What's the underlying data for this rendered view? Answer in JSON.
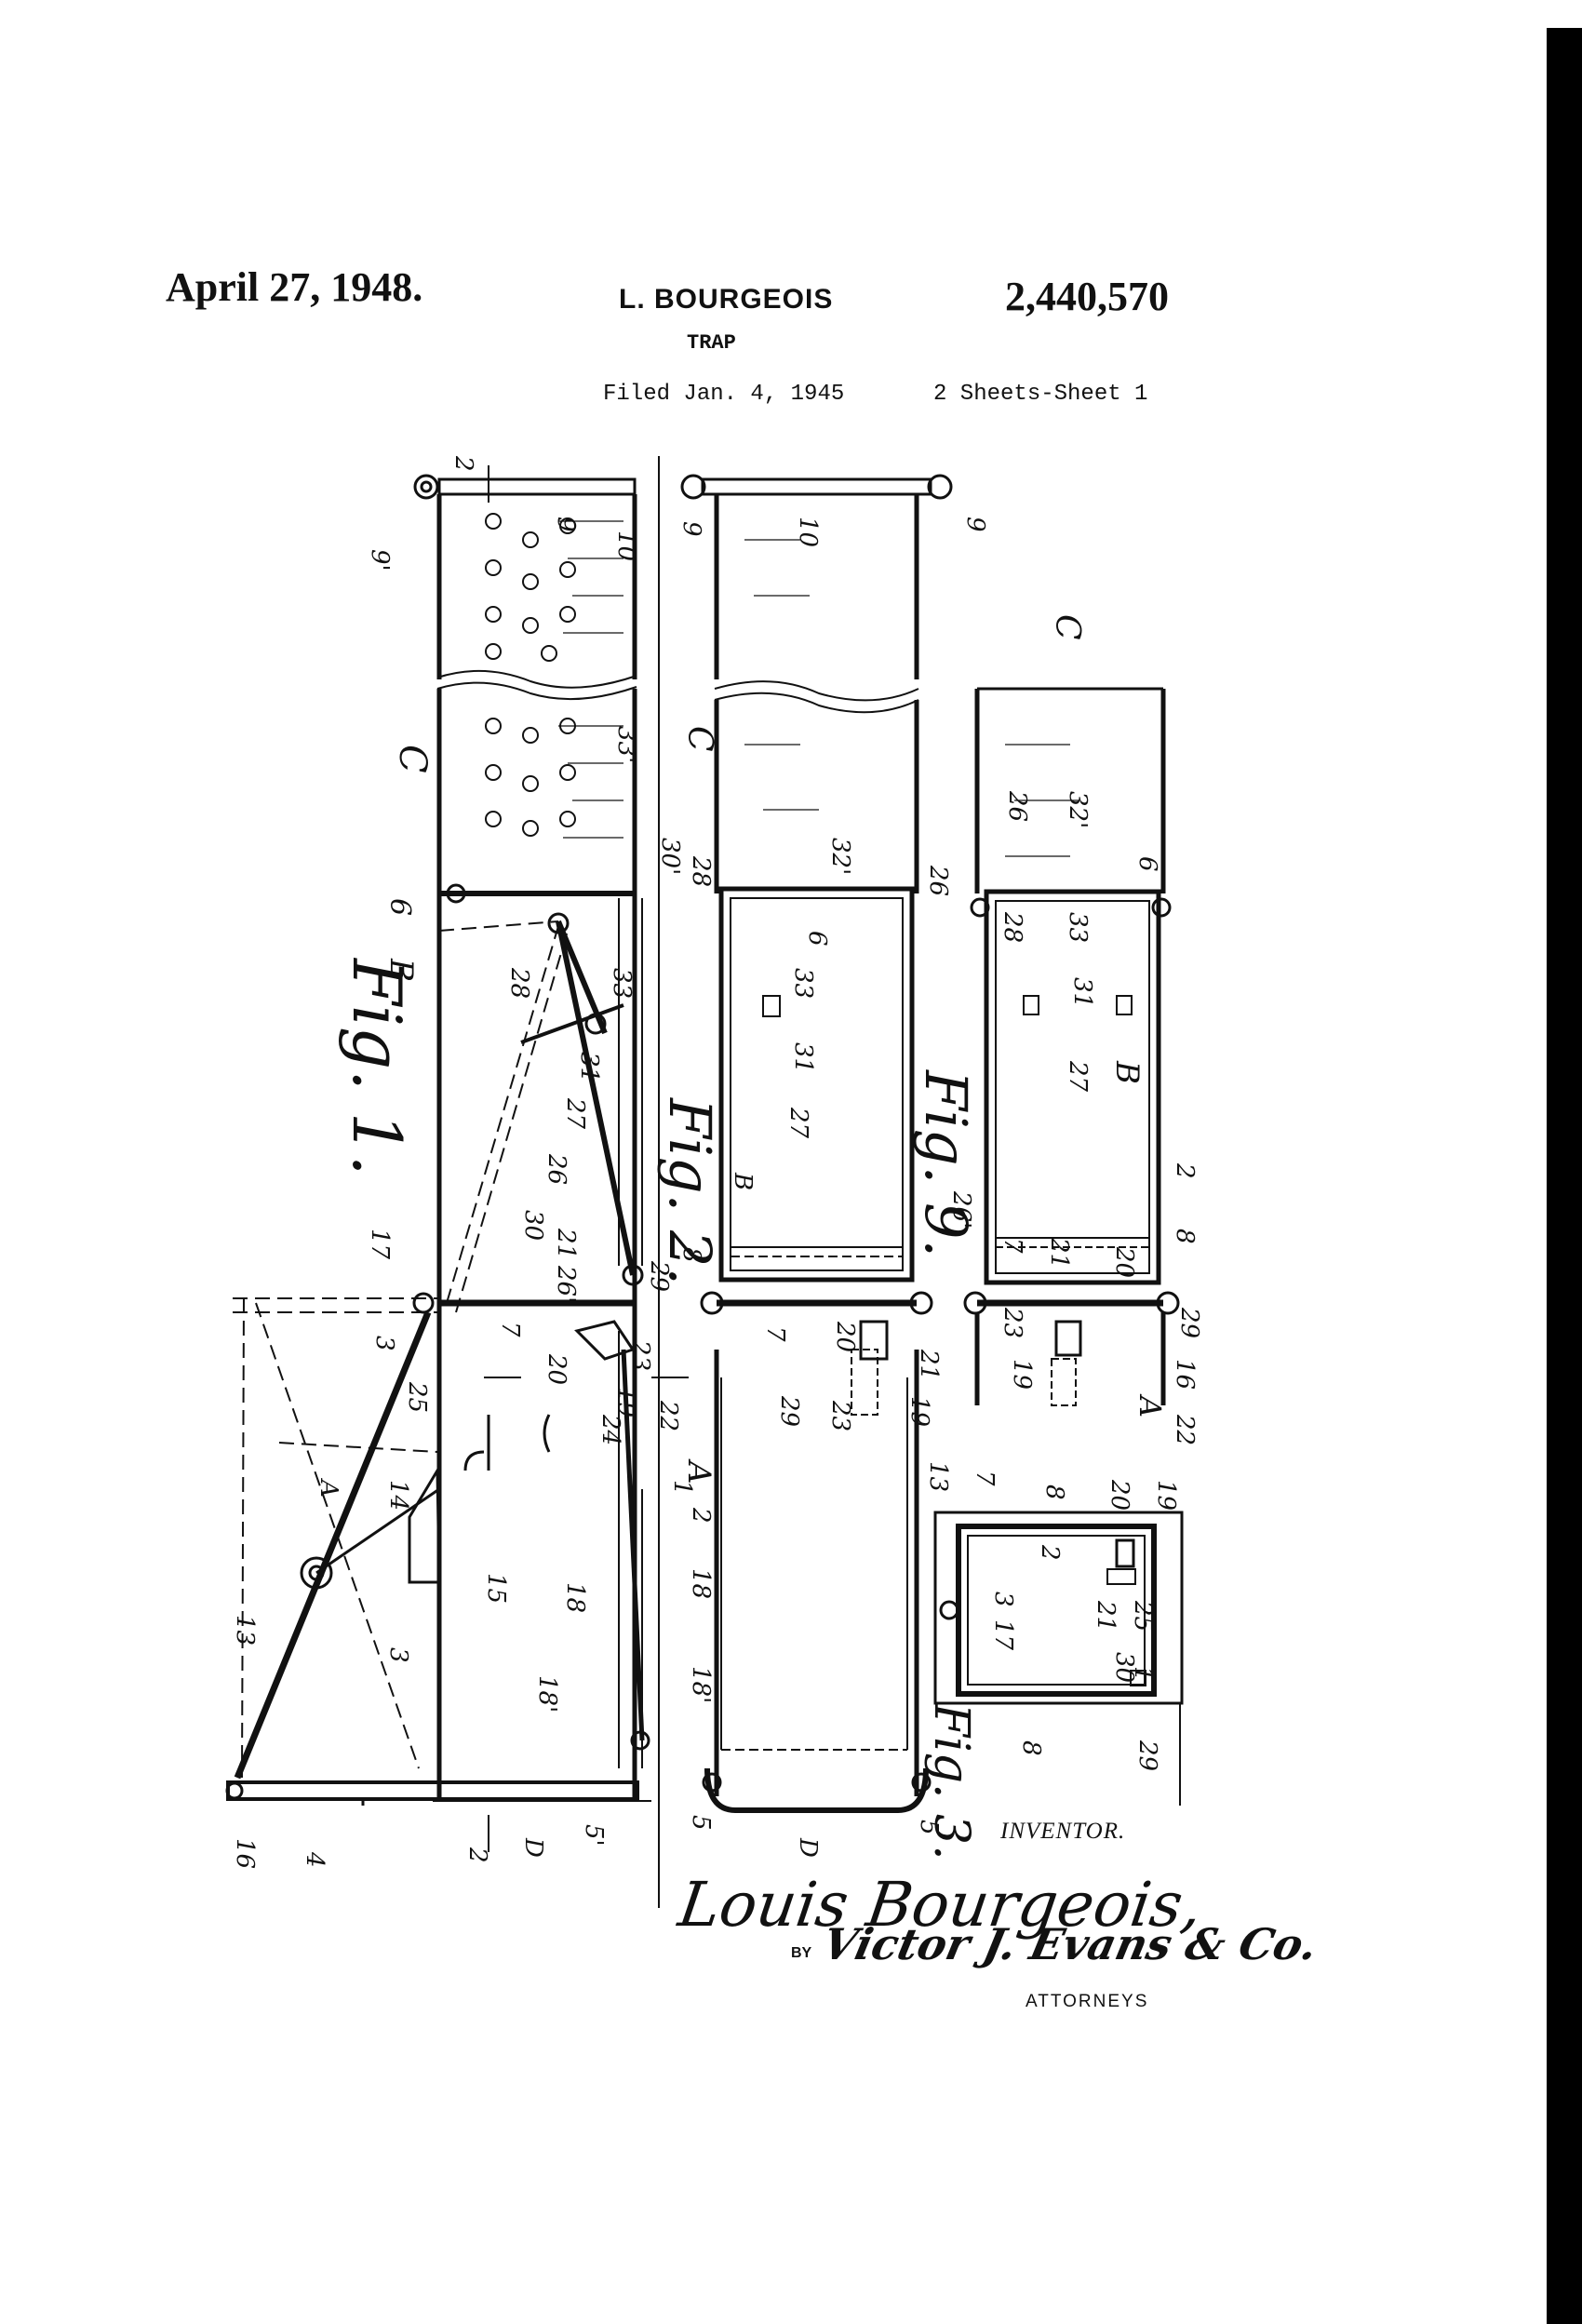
{
  "header": {
    "date": "April 27, 1948.",
    "inventor_header": "L. BOURGEOIS",
    "patent_number": "2,440,570",
    "title": "TRAP",
    "filed": "Filed Jan. 4, 1945",
    "sheets": "2 Sheets-Sheet 1"
  },
  "figures": {
    "fig1": "Fig. 1.",
    "fig2": "Fig. 2.",
    "fig3": "Fig. 3.",
    "fig9": "Fig. 9."
  },
  "signature": {
    "inventor_label": "INVENTOR.",
    "inventor_name": "Louis Bourgeois,",
    "by": "BY",
    "attorney_name": "Victor J. Evans & Co.",
    "attorneys_label": "ATTORNEYS"
  },
  "reference_numerals": {
    "fig1": [
      "9'",
      "2",
      "9",
      "10",
      "C",
      "33'",
      "30'",
      "B",
      "6",
      "28",
      "33",
      "27",
      "31",
      "26",
      "30",
      "21",
      "26'",
      "29",
      "17",
      "7",
      "20",
      "19",
      "3",
      "23",
      "22",
      "25",
      "24",
      "A",
      "14",
      "15",
      "13",
      "3",
      "18",
      "18'",
      "16",
      "4",
      "D",
      "5'",
      "1",
      "2"
    ],
    "fig2": [
      "9",
      "10",
      "9",
      "C",
      "26",
      "32'",
      "6",
      "33",
      "31",
      "27",
      "B",
      "28",
      "8",
      "7",
      "20",
      "29",
      "21",
      "23",
      "19",
      "13",
      "2",
      "A",
      "18",
      "18'",
      "5",
      "D",
      "5"
    ],
    "fig9": [
      "C",
      "26",
      "32'",
      "6",
      "28",
      "33",
      "31",
      "27",
      "B",
      "2",
      "8",
      "26'",
      "7",
      "21",
      "20",
      "23",
      "29",
      "19",
      "16",
      "22",
      "A"
    ],
    "fig3": [
      "7",
      "8",
      "20",
      "19",
      "2",
      "3",
      "17",
      "21",
      "25",
      "30",
      "1",
      "8",
      "29"
    ]
  }
}
